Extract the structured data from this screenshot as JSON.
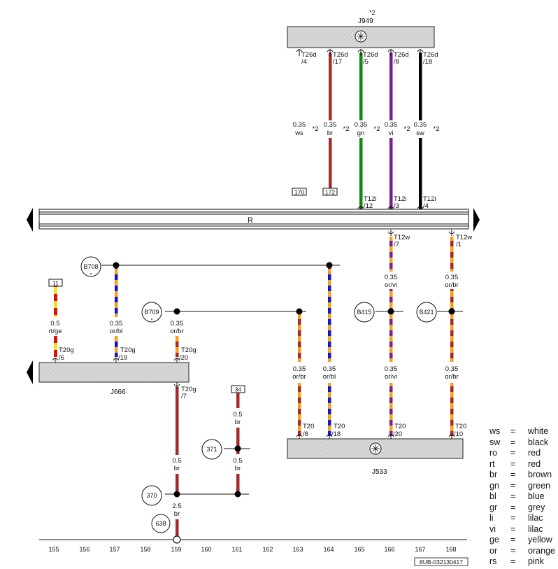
{
  "components": {
    "j949": {
      "label": "J949",
      "footnote": "*2"
    },
    "r": {
      "label": "R"
    },
    "j666": {
      "label": "J666"
    },
    "j533": {
      "label": "J533"
    }
  },
  "top_pins": [
    {
      "name": "T26d",
      "num": "/4"
    },
    {
      "name": "T26d",
      "num": "/17"
    },
    {
      "name": "T26d",
      "num": "/5"
    },
    {
      "name": "T26d",
      "num": "/8"
    },
    {
      "name": "T26d",
      "num": "/18"
    }
  ],
  "top_wires": [
    {
      "size": "0.35",
      "color": "ws",
      "footnote": "*2"
    },
    {
      "size": "0.35",
      "color": "br",
      "footnote": "*2"
    },
    {
      "size": "0.35",
      "color": "gn",
      "footnote": "*2"
    },
    {
      "size": "0.35",
      "color": "vi",
      "footnote": "*2"
    },
    {
      "size": "0.35",
      "color": "sw",
      "footnote": "*2"
    }
  ],
  "refs": {
    "r170": "170",
    "r172": "172",
    "r11": "11",
    "r34": "34"
  },
  "r_pins": [
    {
      "name": "T12i",
      "num": "/12"
    },
    {
      "name": "T12i",
      "num": "/3"
    },
    {
      "name": "T12i",
      "num": "/4"
    },
    {
      "name": "T12w",
      "num": "/7"
    },
    {
      "name": "T12w",
      "num": "/1"
    }
  ],
  "junctions": {
    "b708": "B708",
    "b709": "B709",
    "b415": "B415",
    "b421": "B421",
    "n371": "371",
    "n370": "370",
    "n638": "638"
  },
  "mid_wires": [
    {
      "size": "0.5",
      "color": "rt/ge"
    },
    {
      "size": "0.35",
      "color": "or/bl"
    },
    {
      "size": "0.35",
      "color": "or/br"
    },
    {
      "size": "0.35",
      "color": "or/vi"
    },
    {
      "size": "0.35",
      "color": "or/br"
    },
    {
      "size": "0.35",
      "color": "or/br"
    },
    {
      "size": "0.35",
      "color": "or/bl"
    },
    {
      "size": "0.35",
      "color": "or/vi"
    },
    {
      "size": "0.35",
      "color": "or/br"
    },
    {
      "size": "0.5",
      "color": "br"
    },
    {
      "size": "0.5",
      "color": "br"
    },
    {
      "size": "0.5",
      "color": "br"
    },
    {
      "size": "2.5",
      "color": "br"
    }
  ],
  "j666_pins": [
    {
      "name": "T20g",
      "num": "/6"
    },
    {
      "name": "T20g",
      "num": "/19"
    },
    {
      "name": "T20g",
      "num": "/20"
    },
    {
      "name": "T20g",
      "num": "/7"
    }
  ],
  "j533_pins": [
    {
      "name": "T20",
      "num": "/8"
    },
    {
      "name": "T20",
      "num": "/18"
    },
    {
      "name": "T20",
      "num": "/20"
    },
    {
      "name": "T20",
      "num": "/10"
    }
  ],
  "grid_numbers": [
    "155",
    "156",
    "157",
    "158",
    "159",
    "160",
    "161",
    "162",
    "163",
    "164",
    "165",
    "166",
    "167",
    "168"
  ],
  "doc_code": "8UB-032130417",
  "legend": [
    {
      "code": "ws",
      "name": "white"
    },
    {
      "code": "sw",
      "name": "black"
    },
    {
      "code": "ro",
      "name": "red"
    },
    {
      "code": "rt",
      "name": "red"
    },
    {
      "code": "br",
      "name": "brown"
    },
    {
      "code": "gn",
      "name": "green"
    },
    {
      "code": "bl",
      "name": "blue"
    },
    {
      "code": "gr",
      "name": "grey"
    },
    {
      "code": "li",
      "name": "lilac"
    },
    {
      "code": "vi",
      "name": "lilac"
    },
    {
      "code": "ge",
      "name": "yellow"
    },
    {
      "code": "or",
      "name": "orange"
    },
    {
      "code": "rs",
      "name": "pink"
    }
  ],
  "colors": {
    "brown": "#a52a2a",
    "green": "#128a12",
    "violet": "#7b1f8e",
    "black": "#000000",
    "orange": "#f5a21a",
    "blue": "#1414d8",
    "red": "#e01010",
    "yellow": "#f2e21c",
    "component_fill": "#d6d6d6"
  }
}
